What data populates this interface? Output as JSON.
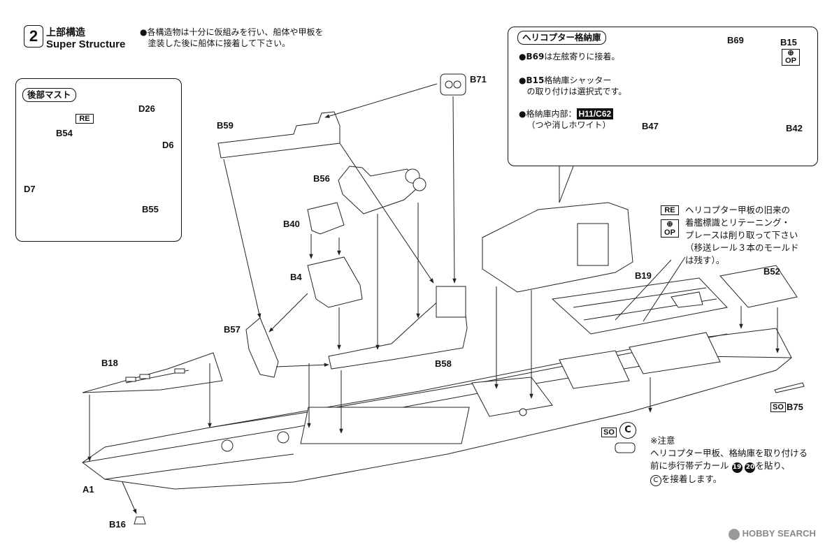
{
  "step": {
    "number": "2",
    "title_jp": "上部構造",
    "title_en": "Super Structure"
  },
  "intro": {
    "bullet": "●",
    "line1": "各構造物は十分に仮組みを行い、船体や甲板を",
    "line2": "塗装した後に船体に接着して下さい。"
  },
  "mast_panel": {
    "title": "後部マスト",
    "re_badge": "RE",
    "parts": {
      "d26": "D26",
      "d6": "D6",
      "b54": "B54",
      "d7": "D7",
      "b55": "B55"
    }
  },
  "hangar_panel": {
    "title": "ヘリコプター格納庫",
    "note1_part": "B69",
    "note1_text": "は左舷寄りに接着。",
    "note2_part": "B15",
    "note2_text": "格納庫シャッター",
    "note2_line2": "の取り付けは選択式です。",
    "note3_prefix": "格納庫内部：",
    "note3_chip": "H11/C62",
    "note3_line2": "（つや消しホワイト）",
    "bullet": "●",
    "parts": {
      "b69": "B69",
      "b15": "B15",
      "b47": "B47",
      "b42": "B42"
    },
    "op_badge": "OP"
  },
  "deck_note": {
    "re": "RE",
    "op": "OP",
    "line1": "ヘリコプター甲板の旧来の",
    "line2": "着艦標識とリテーニング・",
    "line3": "プレースは削り取って下さい",
    "line4": "（移送レール３本のモールド",
    "line5": "は残す）。"
  },
  "caution": {
    "line1": "※注意",
    "line2": "ヘリコプター甲板、格納庫を取り付ける",
    "line3": "前に歩行帯デカール",
    "dec1": "19",
    "dec2": "20",
    "line3b": "を貼り、",
    "line4_c": "C",
    "line4": "を接着します。"
  },
  "so_c": {
    "so": "SO",
    "c": "C"
  },
  "parts": {
    "b71": "B71",
    "b59": "B59",
    "b56": "B56",
    "b40": "B40",
    "b4": "B4",
    "b57": "B57",
    "b58": "B58",
    "b18": "B18",
    "a1": "A1",
    "b16": "B16",
    "b19": "B19",
    "b52": "B52",
    "b75": "B75",
    "so75": "SO"
  },
  "watermark": "HOBBY SEARCH"
}
